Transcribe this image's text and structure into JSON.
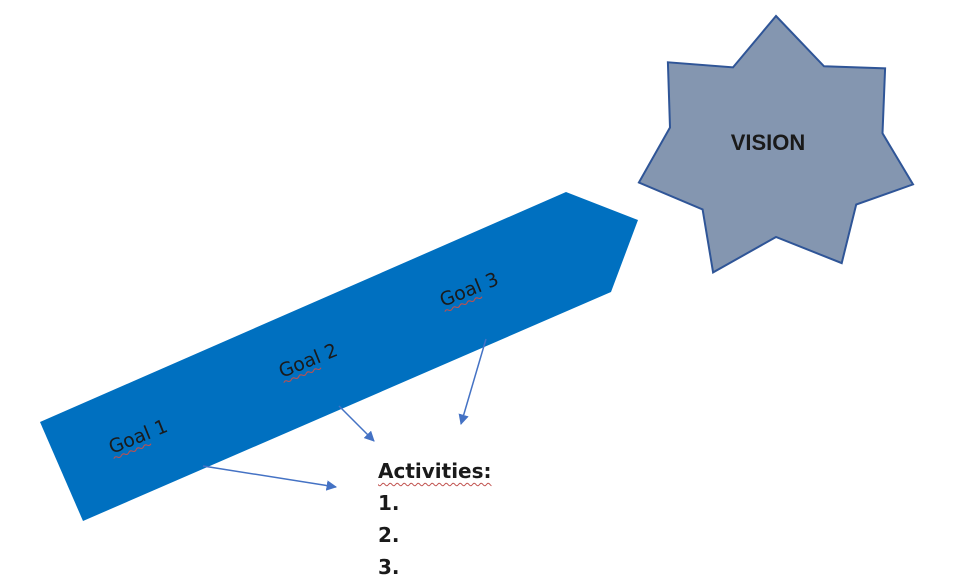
{
  "vision": {
    "label": "VISION",
    "fill_color": "#8496b0",
    "stroke_color": "#2f5597"
  },
  "arrow": {
    "fill_color": "#0070c0",
    "goals": [
      {
        "label": "Goal 1"
      },
      {
        "label": "Goal 2"
      },
      {
        "label": "Goal 3"
      }
    ]
  },
  "activities": {
    "title": "Activities:",
    "items": [
      "1.",
      "2.",
      "3."
    ]
  },
  "connector_color": "#4472c4"
}
